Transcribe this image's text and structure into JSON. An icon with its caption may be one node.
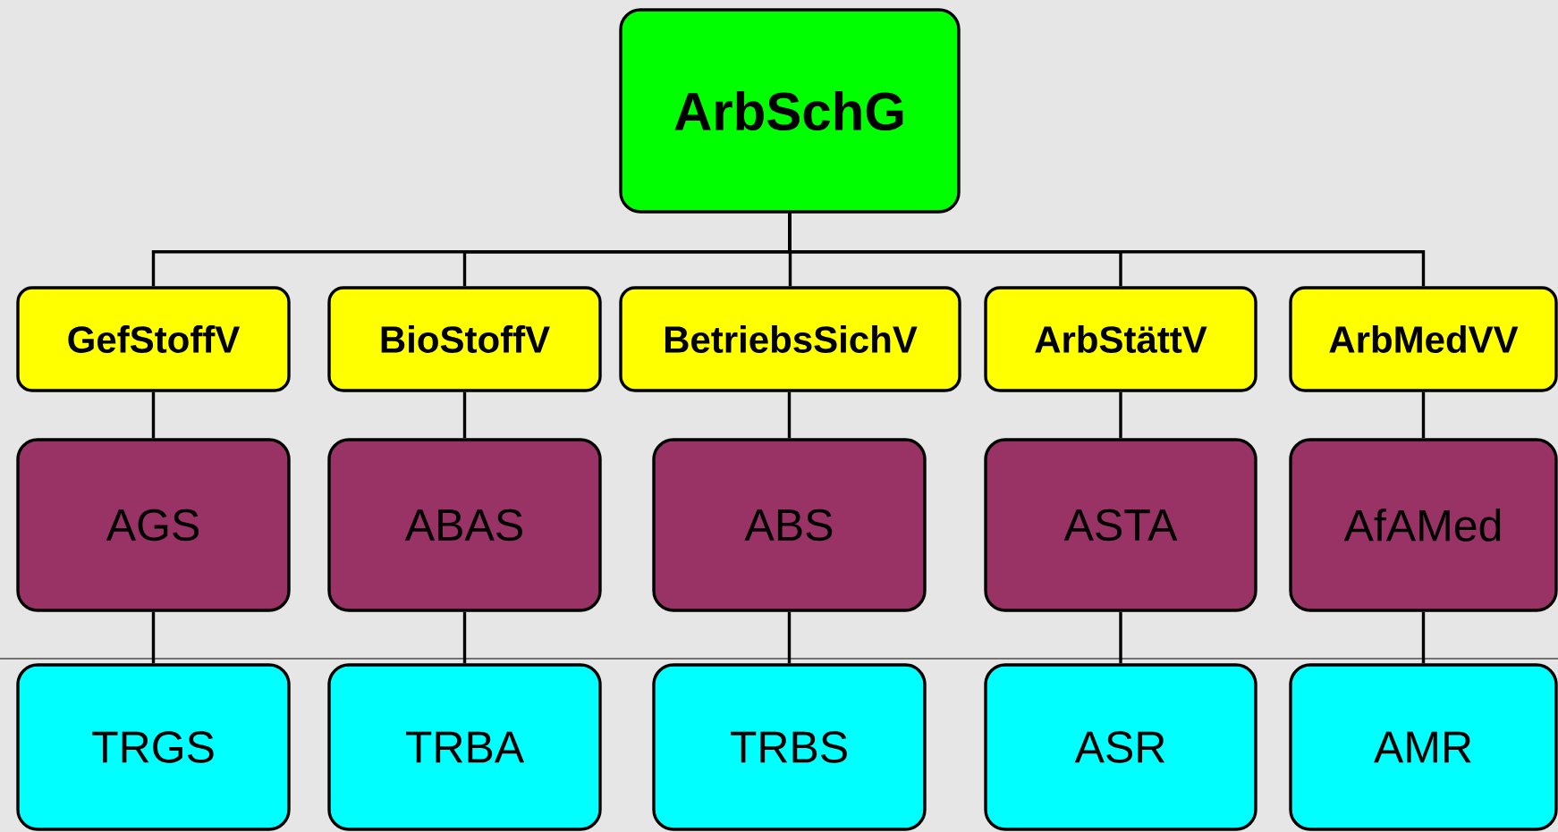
{
  "diagram": {
    "nodes": [
      {
        "text": [
          "ArbSchG"
        ]
      },
      {
        "text": [
          "GefStoffV"
        ]
      },
      {
        "text": [
          "BioStoffV"
        ]
      },
      {
        "text": [
          "BetriebsSichV"
        ]
      },
      {
        "text": [
          "ArbStättV"
        ]
      },
      {
        "text": [
          "ArbMedVV"
        ]
      },
      {
        "text": [
          "AGS"
        ]
      },
      {
        "text": [
          "ABAS"
        ]
      },
      {
        "text": [
          "ABS"
        ]
      },
      {
        "text": [
          "ASTA"
        ]
      },
      {
        "text": [
          "AfAMed"
        ]
      },
      {
        "text": [
          "TRGS"
        ]
      },
      {
        "text": [
          "TRBA"
        ]
      },
      {
        "text": [
          "TRBS"
        ]
      },
      {
        "text": [
          "ASR"
        ]
      },
      {
        "text": [
          "AMR"
        ]
      }
    ],
    "edges": [
      {
        "from": 0,
        "to": 1,
        "arrow": "none"
      },
      {
        "from": 0,
        "to": 2,
        "arrow": "none"
      },
      {
        "from": 0,
        "to": 3,
        "arrow": "none"
      },
      {
        "from": 0,
        "to": 4,
        "arrow": "none"
      },
      {
        "from": 0,
        "to": 5,
        "arrow": "none"
      },
      {
        "from": 1,
        "to": 6,
        "arrow": "none"
      },
      {
        "from": 2,
        "to": 7,
        "arrow": "none"
      },
      {
        "from": 3,
        "to": 8,
        "arrow": "none"
      },
      {
        "from": 4,
        "to": 9,
        "arrow": "none"
      },
      {
        "from": 5,
        "to": 10,
        "arrow": "none"
      },
      {
        "from": 6,
        "to": 11,
        "arrow": "none"
      },
      {
        "from": 7,
        "to": 12,
        "arrow": "none"
      },
      {
        "from": 8,
        "to": 13,
        "arrow": "none"
      },
      {
        "from": 9,
        "to": 14,
        "arrow": "none"
      },
      {
        "from": 10,
        "to": 15,
        "arrow": "none"
      }
    ]
  }
}
